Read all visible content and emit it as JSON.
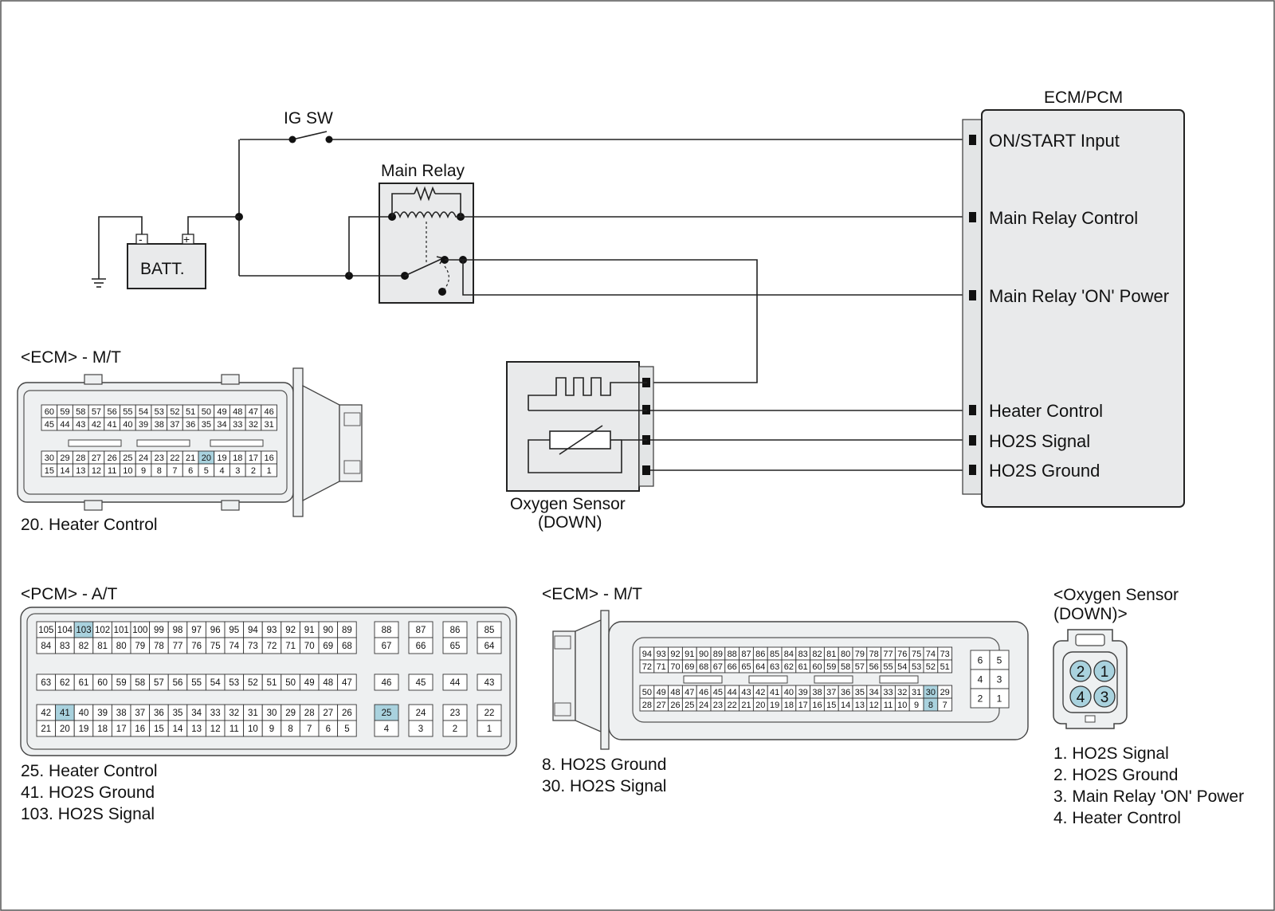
{
  "circuit": {
    "ig_sw_label": "IG SW",
    "main_relay_label": "Main Relay",
    "battery_label": "BATT.",
    "battery_minus": "-",
    "battery_plus": "+",
    "ecm_pcm_title": "ECM/PCM",
    "ecm_pins": [
      "ON/START Input",
      "Main Relay Control",
      "Main Relay 'ON' Power",
      "Heater Control",
      "HO2S  Signal",
      "HO2S  Ground"
    ],
    "o2_sensor_label_1": "Oxygen Sensor",
    "o2_sensor_label_2": "(DOWN)"
  },
  "ecm_mt_1": {
    "title": "<ECM> - M/T",
    "row1": [
      "60",
      "59",
      "58",
      "57",
      "56",
      "55",
      "54",
      "53",
      "52",
      "51",
      "50",
      "49",
      "48",
      "47",
      "46"
    ],
    "row2": [
      "45",
      "44",
      "43",
      "42",
      "41",
      "40",
      "39",
      "38",
      "37",
      "36",
      "35",
      "34",
      "33",
      "32",
      "31"
    ],
    "row3": [
      "30",
      "29",
      "28",
      "27",
      "26",
      "25",
      "24",
      "23",
      "22",
      "21",
      "20",
      "19",
      "18",
      "17",
      "16"
    ],
    "row4": [
      "15",
      "14",
      "13",
      "12",
      "11",
      "10",
      "9",
      "8",
      "7",
      "6",
      "5",
      "4",
      "3",
      "2",
      "1"
    ],
    "highlight": [
      "20"
    ],
    "legend": [
      "20. Heater Control"
    ]
  },
  "pcm_at": {
    "title": "<PCM> - A/T",
    "block1_row1": [
      "105",
      "104",
      "103",
      "102",
      "101",
      "100",
      "99",
      "98",
      "97",
      "96",
      "95",
      "94",
      "93",
      "92",
      "91",
      "90",
      "89"
    ],
    "block1_row2": [
      "84",
      "83",
      "82",
      "81",
      "80",
      "79",
      "78",
      "77",
      "76",
      "75",
      "74",
      "73",
      "72",
      "71",
      "70",
      "69",
      "68"
    ],
    "block1_row3": [
      "63",
      "62",
      "61",
      "60",
      "59",
      "58",
      "57",
      "56",
      "55",
      "54",
      "53",
      "52",
      "51",
      "50",
      "49",
      "48",
      "47"
    ],
    "block1_row4": [
      "42",
      "41",
      "40",
      "39",
      "38",
      "37",
      "36",
      "35",
      "34",
      "33",
      "32",
      "31",
      "30",
      "29",
      "28",
      "27",
      "26"
    ],
    "block1_row5": [
      "21",
      "20",
      "19",
      "18",
      "17",
      "16",
      "15",
      "14",
      "13",
      "12",
      "11",
      "10",
      "9",
      "8",
      "7",
      "6",
      "5"
    ],
    "block2_row1": [
      "88",
      "87",
      "86",
      "85"
    ],
    "block2_row2": [
      "67",
      "66",
      "65",
      "64"
    ],
    "block2_row3": [
      "46",
      "45",
      "44",
      "43"
    ],
    "block2_row4": [
      "25",
      "24",
      "23",
      "22"
    ],
    "block2_row5": [
      "4",
      "3",
      "2",
      "1"
    ],
    "highlight": [
      "103",
      "41",
      "25"
    ],
    "legend": [
      "25. Heater Control",
      "41. HO2S Ground",
      "103. HO2S Signal"
    ]
  },
  "ecm_mt_2": {
    "title": "<ECM> - M/T",
    "row1": [
      "94",
      "93",
      "92",
      "91",
      "90",
      "89",
      "88",
      "87",
      "86",
      "85",
      "84",
      "83",
      "82",
      "81",
      "80",
      "79",
      "78",
      "77",
      "76",
      "75",
      "74",
      "73"
    ],
    "row2": [
      "72",
      "71",
      "70",
      "69",
      "68",
      "67",
      "66",
      "65",
      "64",
      "63",
      "62",
      "61",
      "60",
      "59",
      "58",
      "57",
      "56",
      "55",
      "54",
      "53",
      "52",
      "51"
    ],
    "row3": [
      "50",
      "49",
      "48",
      "47",
      "46",
      "45",
      "44",
      "43",
      "42",
      "41",
      "40",
      "39",
      "38",
      "37",
      "36",
      "35",
      "34",
      "33",
      "32",
      "31",
      "30",
      "29"
    ],
    "row4": [
      "28",
      "27",
      "26",
      "25",
      "24",
      "23",
      "22",
      "21",
      "20",
      "19",
      "18",
      "17",
      "16",
      "15",
      "14",
      "13",
      "12",
      "11",
      "10",
      "9",
      "8",
      "7"
    ],
    "side": [
      [
        "6",
        "5"
      ],
      [
        "4",
        "3"
      ],
      [
        "2",
        "1"
      ]
    ],
    "highlight": [
      "30",
      "8"
    ],
    "legend": [
      "8. HO2S Ground",
      "30. HO2S Signal"
    ]
  },
  "o2_connector": {
    "title_1": "<Oxygen Sensor",
    "title_2": "(DOWN)>",
    "pins": [
      "2",
      "1",
      "4",
      "3"
    ],
    "legend": [
      "1. HO2S Signal",
      "2. HO2S Ground",
      "3. Main Relay 'ON' Power",
      "4. Heater Control"
    ]
  },
  "colors": {
    "highlight": "#a9d2de",
    "box_fill": "#e9eaeb",
    "line": "#222222"
  }
}
